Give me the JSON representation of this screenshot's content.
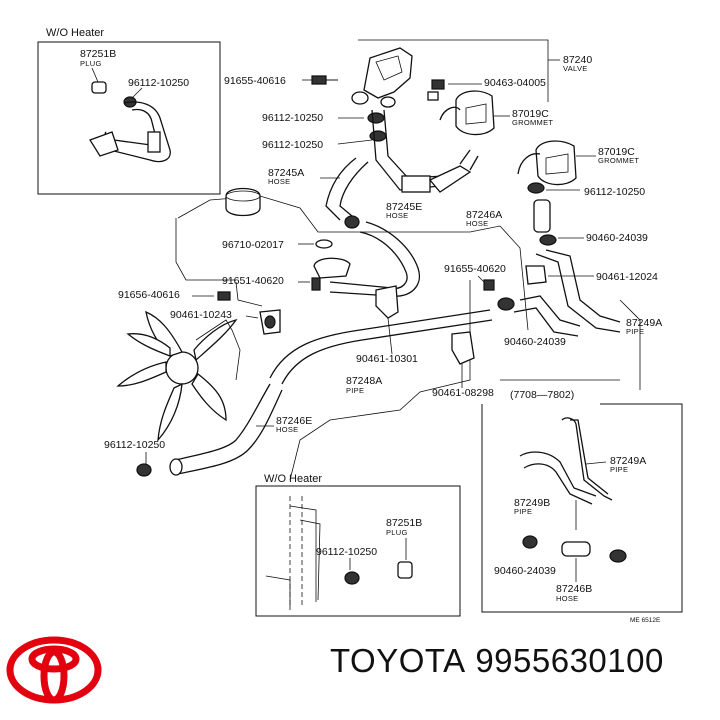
{
  "inset_top_left": {
    "title": "W/O Heater",
    "plug_number": "87251B",
    "plug_name": "PLUG",
    "clamp_number": "96112-10250"
  },
  "inset_bottom_center": {
    "title": "W/O Heater",
    "plug_number": "87251B",
    "plug_name": "PLUG",
    "clamp_number": "96112-10250"
  },
  "inset_bottom_right": {
    "title": "(7708—7802)",
    "pipe_number": "87249A",
    "pipe_name": "PIPE",
    "pipe2_number": "87249B",
    "pipe2_name": "PIPE",
    "clamp_number": "90460-24039",
    "hose_number": "87246B",
    "hose_name": "HOSE"
  },
  "callouts": {
    "valve_number": "87240",
    "valve_name": "VALVE",
    "bolt_valve": "91655-40616",
    "clamp_valve_right": "90463-04005",
    "clamp_a": "96112-10250",
    "clamp_b": "96112-10250",
    "grommet1_number": "87019C",
    "grommet1_name": "GROMMET",
    "grommet2_number": "87019C",
    "grommet2_name": "GROMMET",
    "hose_a_number": "87245A",
    "hose_a_name": "HOSE",
    "hose_e_number": "87245E",
    "hose_e_name": "HOSE",
    "clamp_right": "96112-10250",
    "hose_246a_number": "87246A",
    "hose_246a_name": "HOSE",
    "clamp_24039_top": "90460-24039",
    "gasket": "96710-02017",
    "bolt_40620_right": "91655-40620",
    "clip_12024": "90461-12024",
    "bolt_40620_left": "91651-40620",
    "bolt_40616": "91656-40616",
    "clamp_10243": "90461-10243",
    "pipe_249a_number": "87249A",
    "pipe_249a_name": "PIPE",
    "clamp_24039_mid": "90460-24039",
    "clamp_10301": "90461-10301",
    "pipe_248a_number": "87248A",
    "pipe_248a_name": "PIPE",
    "clamp_08298": "90461-08298",
    "hose_246e_number": "87246E",
    "hose_246e_name": "HOSE",
    "clamp_bottom_left": "96112-10250"
  },
  "footer_code": "ME 6512E",
  "caption": {
    "brand": "TOYOTA",
    "part_number": "9955630100"
  },
  "logo": {
    "name": "toyota-logo",
    "color": "#e3000f"
  }
}
